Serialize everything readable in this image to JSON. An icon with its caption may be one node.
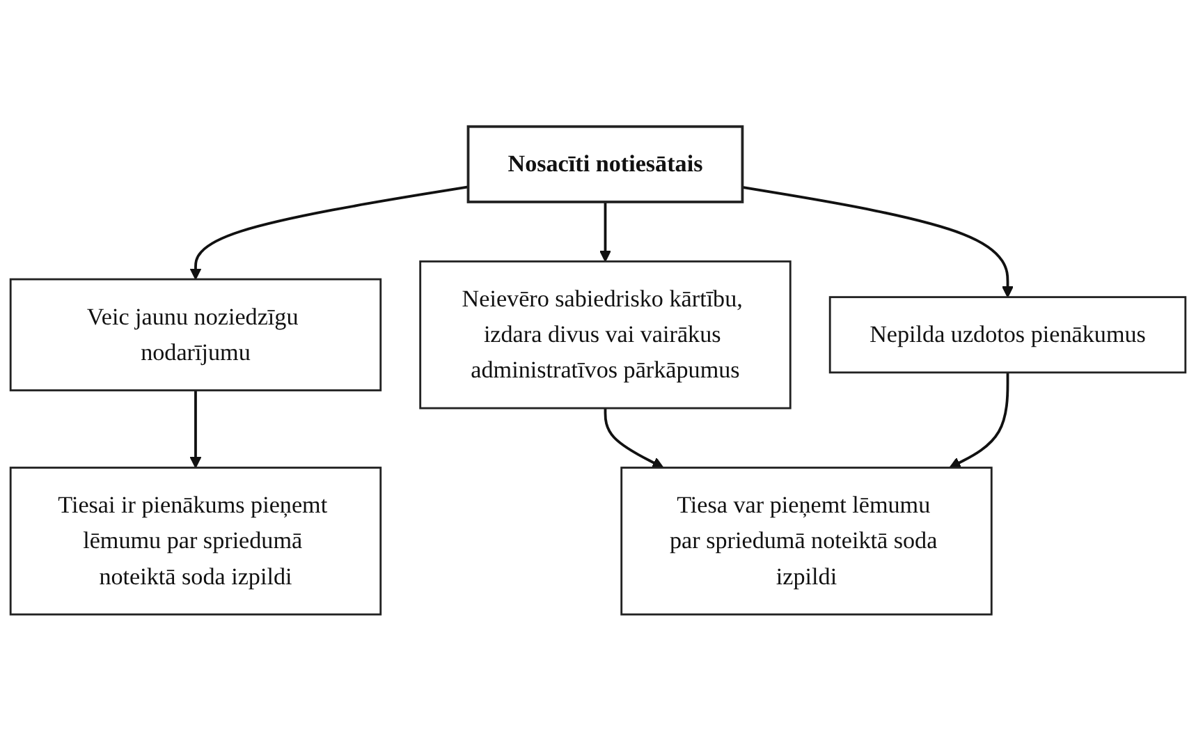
{
  "diagram": {
    "nodes": [
      {
        "text": [
          "Nosacīti notiesātais"
        ]
      },
      {
        "text": [
          "Veic jaunu noziedzīgu nodarījumu"
        ]
      },
      {
        "text": [
          "Neievēro sabiedrisko kārtību, izdara divus vai vairākus administratīvos pārkāpumus"
        ]
      },
      {
        "text": [
          "Nepilda uzdotos pienākumus"
        ]
      },
      {
        "text": [
          "Tiesai ir pienākums pieņemt lēmumu par spriedumā noteiktā soda izpildi"
        ]
      },
      {
        "text": [
          "Tiesa var pieņemt lēmumu par spriedumā noteiktā soda izpildi"
        ]
      }
    ],
    "edges": [
      {
        "from": 0,
        "to": 1,
        "arrow": "to"
      },
      {
        "from": 0,
        "to": 2,
        "arrow": "to"
      },
      {
        "from": 0,
        "to": 3,
        "arrow": "to"
      },
      {
        "from": 1,
        "to": 4,
        "arrow": "to"
      },
      {
        "from": 2,
        "to": 5,
        "arrow": "to"
      },
      {
        "from": 3,
        "to": 5,
        "arrow": "to"
      }
    ]
  }
}
